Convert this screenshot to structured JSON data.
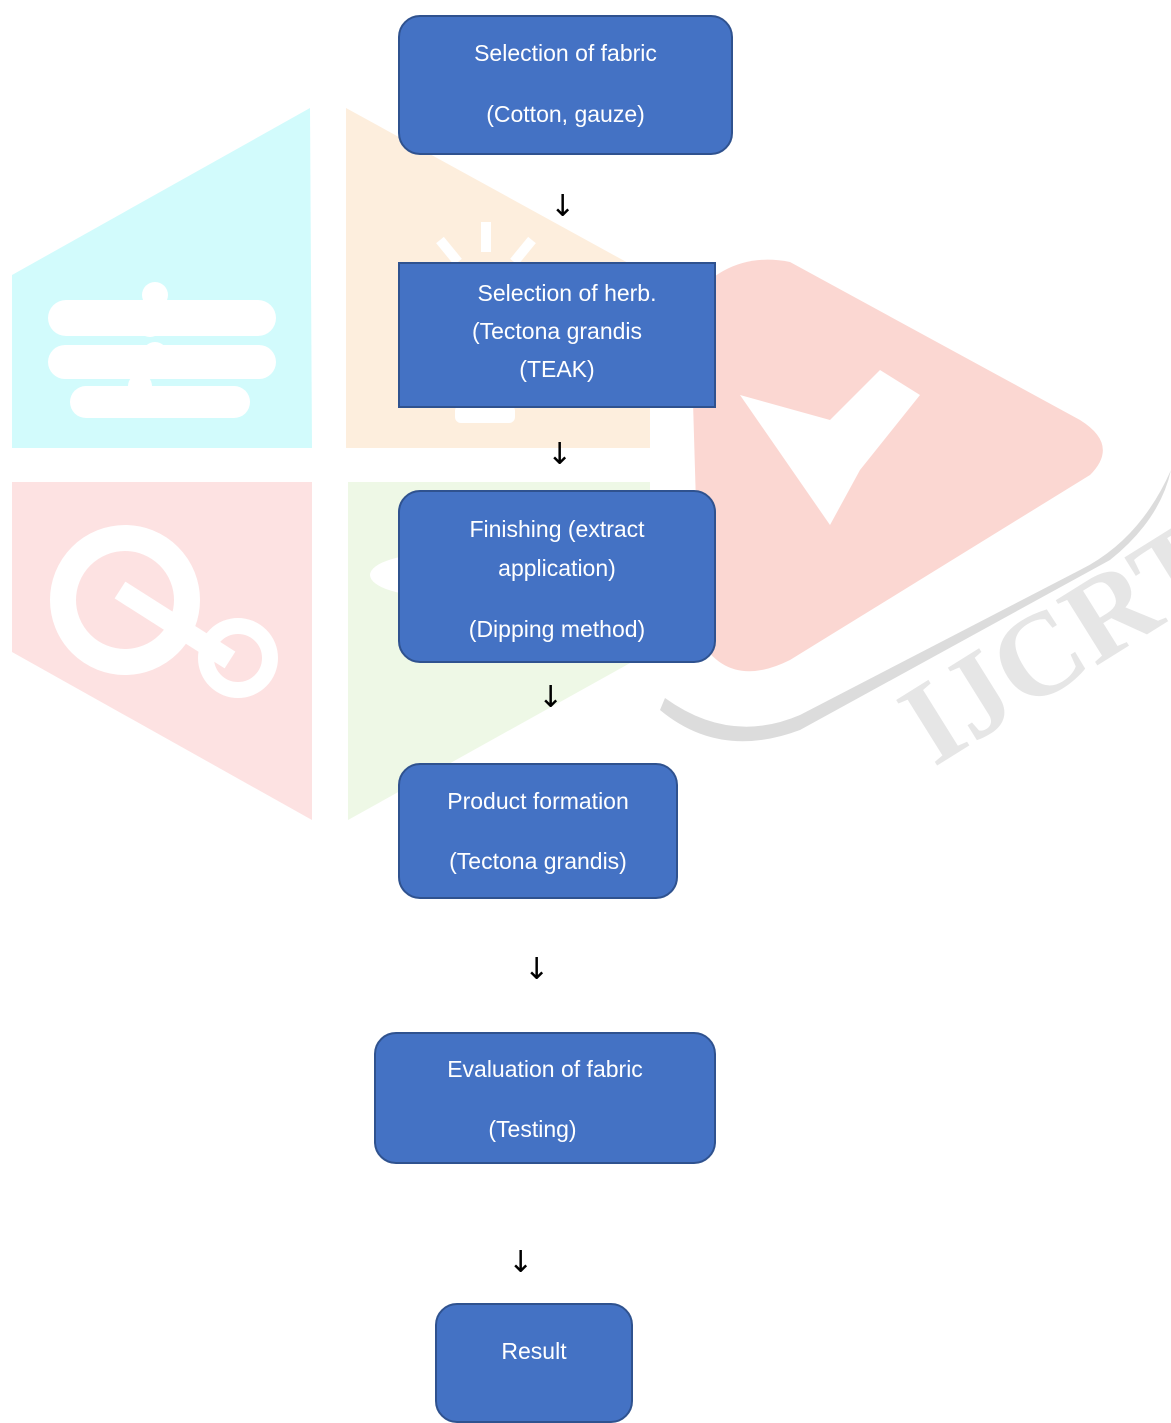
{
  "flowchart": {
    "steps": [
      {
        "lines": [
          "Selection of fabric",
          "(Cotton, gauze)"
        ]
      },
      {
        "lines": [
          "Selection of herb.",
          "(Tectona grandis",
          "(TEAK)"
        ]
      },
      {
        "lines": [
          "Finishing (extract",
          "application)",
          "(Dipping method)"
        ]
      },
      {
        "lines": [
          "Product formation",
          "(Tectona grandis)"
        ]
      },
      {
        "lines": [
          "Evaluation of fabric",
          "(Testing)"
        ]
      },
      {
        "lines": [
          "Result"
        ]
      }
    ],
    "arrow_glyph": "↓"
  },
  "watermark": {
    "text": "IJCRT"
  },
  "colors": {
    "box_fill": "#4472c4",
    "box_border": "#2f528f",
    "box_text": "#ffffff"
  }
}
